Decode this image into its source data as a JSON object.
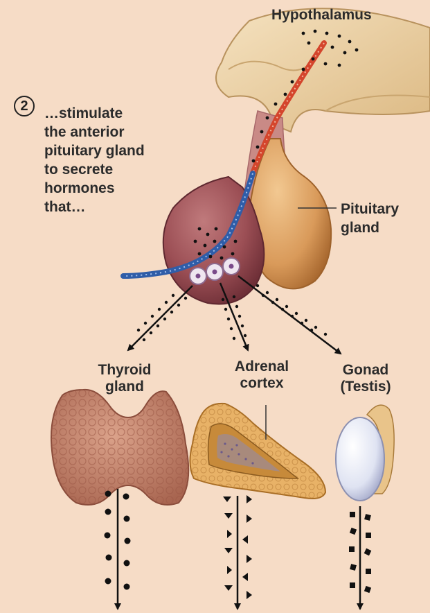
{
  "step": {
    "number": "2",
    "lines": [
      "…stimulate",
      "the anterior",
      "pituitary gland",
      "to secrete",
      "hormones",
      "that…"
    ]
  },
  "labels": {
    "hypothalamus": "Hypothalamus",
    "pituitary": [
      "Pituitary",
      "gland"
    ],
    "thyroid": [
      "Thyroid",
      "gland"
    ],
    "adrenal": [
      "Adrenal",
      "cortex"
    ],
    "gonad": [
      "Gonad",
      "(Testis)"
    ]
  },
  "colors": {
    "background": "#f6dcc6",
    "anterior_pituitary": "#9c4f55",
    "posterior_pituitary": "#d99a5a",
    "hypothalamus_tissue": "#efd2a4",
    "vessel_red": "#d4452c",
    "vessel_blue": "#2f5da8",
    "thyroid": "#cc8a72",
    "adrenal_outer": "#e8b267",
    "adrenal_inner": "#f4d08f",
    "testis": "#dfe3f2"
  }
}
